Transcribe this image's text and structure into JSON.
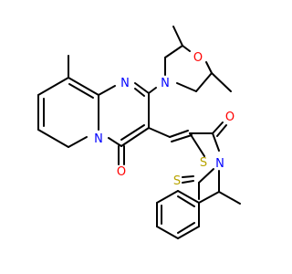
{
  "molecule": {
    "atoms": [
      {
        "id": "O_morph",
        "symbol": "O",
        "color": "#ff0000"
      },
      {
        "id": "N_morph",
        "symbol": "N",
        "color": "#0000ff"
      },
      {
        "id": "N_pyr_top",
        "symbol": "N",
        "color": "#0000ff"
      },
      {
        "id": "N_bridge",
        "symbol": "N",
        "color": "#0000ff"
      },
      {
        "id": "O_carbonyl_1",
        "symbol": "O",
        "color": "#ff0000"
      },
      {
        "id": "O_carbonyl_2",
        "symbol": "O",
        "color": "#ff0000"
      },
      {
        "id": "S_ring",
        "symbol": "S",
        "color": "#b8a400"
      },
      {
        "id": "N_thiaz",
        "symbol": "N",
        "color": "#0000ff"
      },
      {
        "id": "S_thione",
        "symbol": "S",
        "color": "#b8a400"
      }
    ]
  }
}
